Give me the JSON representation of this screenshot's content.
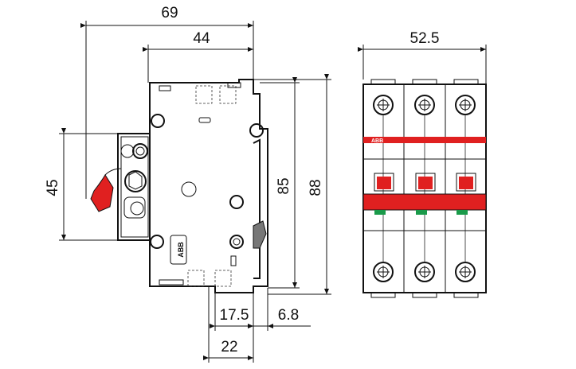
{
  "dimensions": {
    "overall_depth": "69",
    "depth_to_rail": "44",
    "width_three_pole": "52.5",
    "handle_height": "45",
    "body_height": "85",
    "total_height": "88",
    "rail_offset": "17.5",
    "rail_projection": "6.8",
    "bottom_depth": "22"
  },
  "labels": {
    "brand": "ABB",
    "front_brand": "ABB"
  },
  "colors": {
    "accent_red": "#e02020",
    "handle_green": "#1a9a4a",
    "line": "#111111"
  }
}
